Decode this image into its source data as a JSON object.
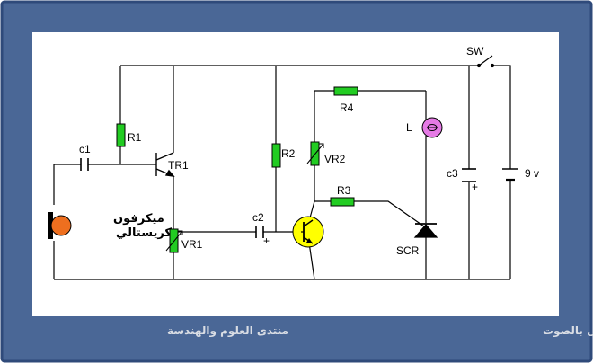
{
  "labels": {
    "sw": "SW",
    "r4": "R4",
    "l": "L",
    "c1": "c1",
    "r1": "R1",
    "tr1": "TR1",
    "r2": "R2",
    "vr2": "VR2",
    "c3": "c3",
    "plus_c3": "+",
    "battery": "9 v",
    "r3": "R3",
    "c2": "c2",
    "plus_c2": "+",
    "vr1": "VR1",
    "scr": "SCR",
    "mic_line1": "ميكرفون",
    "mic_line2": "كريستالي"
  },
  "footer": {
    "left": "منتدى العلوم والهندسة",
    "right": "دارة مفتاح يعمل بالصوت"
  },
  "colors": {
    "frame_bg": "#4a6796",
    "frame_border": "#2f4a7a",
    "resistor": "#22cc22",
    "transistor": "#ffff00",
    "microphone": "#ee6f1f",
    "lamp": "#e57ae5"
  }
}
